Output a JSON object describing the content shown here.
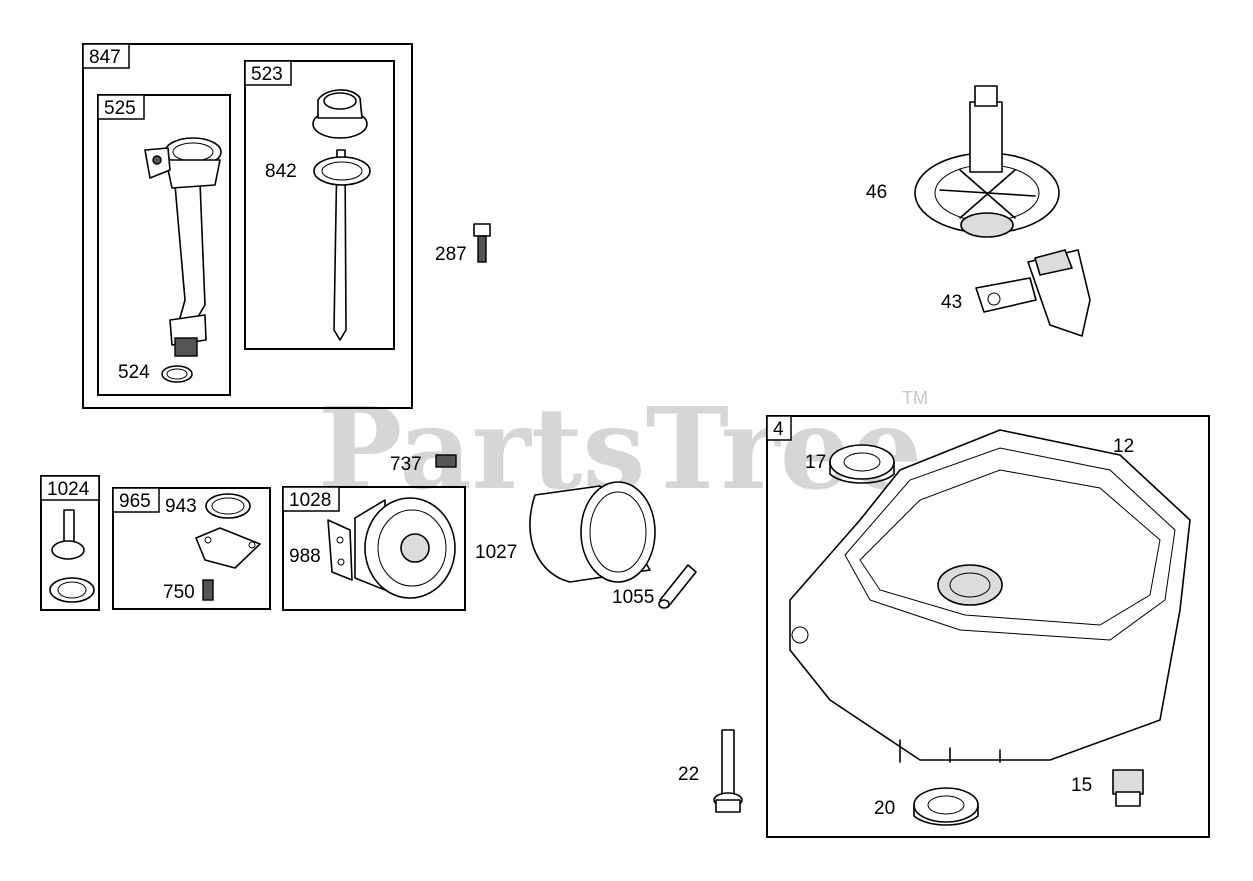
{
  "watermark": {
    "text": "PartsTree",
    "trademark": "TM"
  },
  "groups": {
    "g847": "847",
    "g525": "525",
    "g523": "523",
    "g1024": "1024",
    "g965": "965",
    "g1028": "1028",
    "g4": "4"
  },
  "parts": {
    "p524": "524",
    "p842": "842",
    "p287": "287",
    "p46": "46",
    "p43": "43",
    "p737": "737",
    "p943": "943",
    "p750": "750",
    "p988": "988",
    "p1027": "1027",
    "p1055": "1055",
    "p17": "17",
    "p12": "12",
    "p22": "22",
    "p20": "20",
    "p15": "15"
  },
  "colors": {
    "line": "#000000",
    "background": "#ffffff",
    "watermark": "#cfcfcf"
  }
}
